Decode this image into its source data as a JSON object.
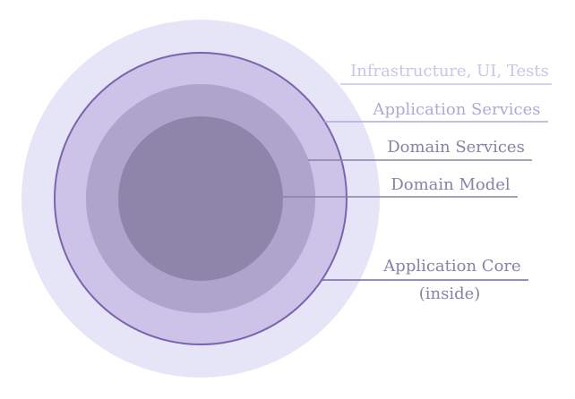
{
  "layers": [
    {
      "id": "infrastructure",
      "label": "Infrastructure, UI, Tests",
      "fill": "#e6e5f8",
      "label_color": "#c9c4ea"
    },
    {
      "id": "application-services",
      "label": "Application Services",
      "fill": "#cdc3e9",
      "label_color": "#b2a8d8"
    },
    {
      "id": "domain-services",
      "label": "Domain Services",
      "fill": "#afa4cb",
      "label_color": "#8a80a8"
    },
    {
      "id": "domain-model",
      "label": "Domain Model",
      "fill": "#8f84aa",
      "label_color": "#8a80a8"
    }
  ],
  "core": {
    "label_line1": "Application Core",
    "label_line2": "(inside)",
    "outline_color": "#7b64ad",
    "label_color": "#8a80a8"
  }
}
